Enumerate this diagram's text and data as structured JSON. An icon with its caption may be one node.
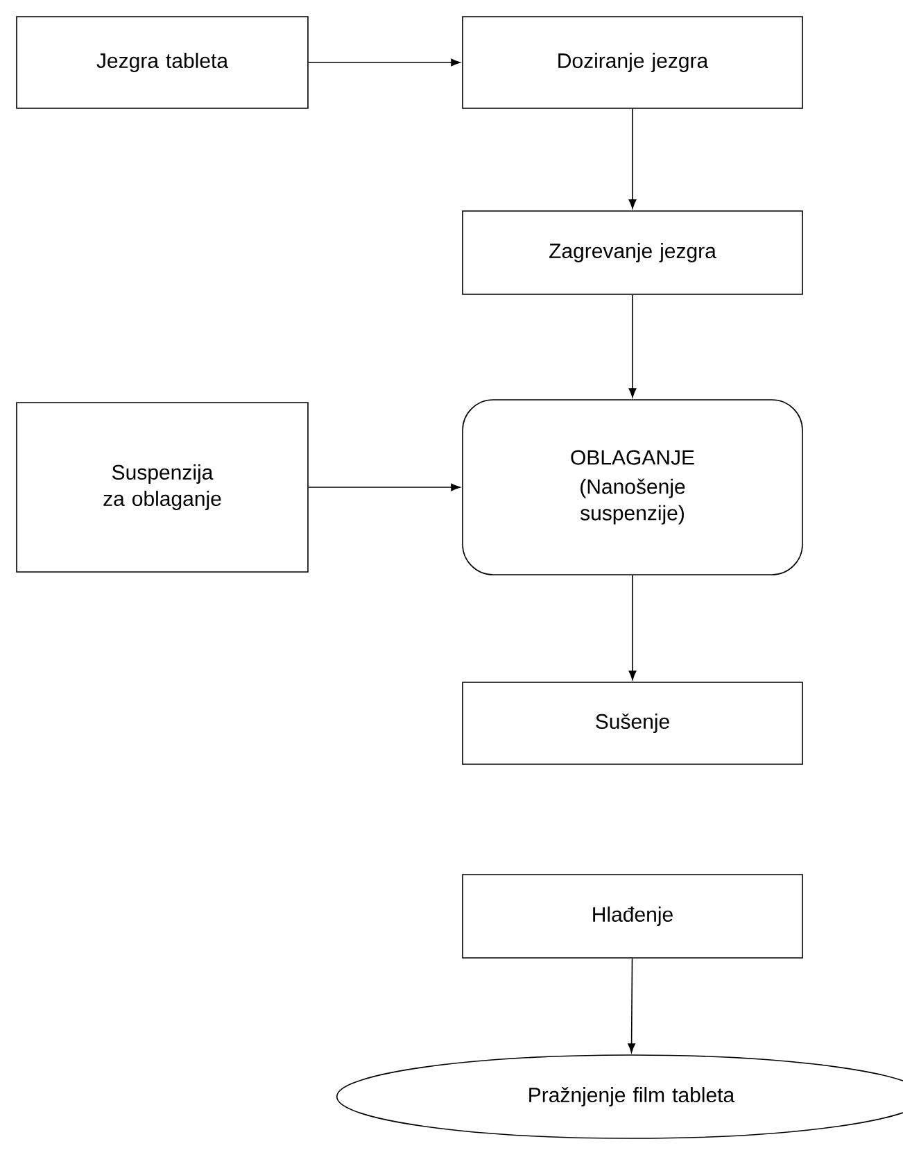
{
  "diagram": {
    "nodes": [
      {
        "text": [
          "Jezgra tableta"
        ]
      },
      {
        "text": [
          "Doziranje jezgra"
        ]
      },
      {
        "text": [
          "Zagrevanje jezgra"
        ]
      },
      {
        "text": [
          "Suspenzija za oblaganje"
        ]
      },
      {
        "text": [
          "OBLAGANJE",
          "(Nanošenje suspenzije)"
        ]
      },
      {
        "text": [
          "Sušenje"
        ]
      },
      {
        "text": [
          "Hlađenje"
        ]
      },
      {
        "text": [
          "Pražnjenje film tableta"
        ]
      }
    ],
    "edges": [
      {
        "from": 0,
        "to": 1,
        "arrow": "to"
      },
      {
        "from": 1,
        "to": 2,
        "arrow": "to"
      },
      {
        "from": 2,
        "to": 4,
        "arrow": "to"
      },
      {
        "from": 3,
        "to": 4,
        "arrow": "to"
      },
      {
        "from": 4,
        "to": 5,
        "arrow": "to"
      },
      {
        "from": 6,
        "to": 7,
        "arrow": "to"
      }
    ]
  }
}
